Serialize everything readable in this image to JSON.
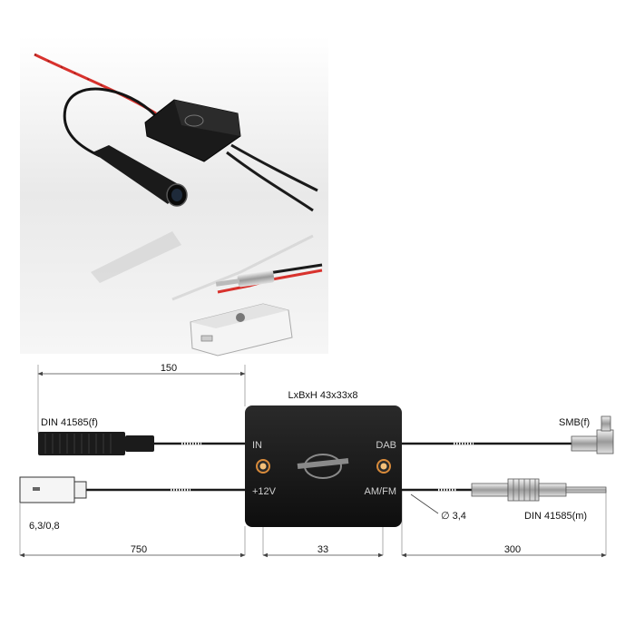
{
  "dimensions": {
    "top_length": "150",
    "box_size": "LxBxH 43x33x8",
    "left_length": "750",
    "box_width": "33",
    "right_length": "300",
    "cable_diameter": "∅ 3,4"
  },
  "connectors": {
    "din_female": "DIN 41585(f)",
    "smb_female": "SMB(f)",
    "din_male": "DIN 41585(m)",
    "power_plug": "6,3/0,8"
  },
  "box_ports": {
    "in": "IN",
    "power": "+12V",
    "dab": "DAB",
    "am_fm": "AM/FM"
  },
  "colors": {
    "body": "#1b1b1b",
    "cable": "#222222",
    "red_wire": "#d8322d",
    "led": "#d88a3a",
    "dimension": "#444444"
  }
}
